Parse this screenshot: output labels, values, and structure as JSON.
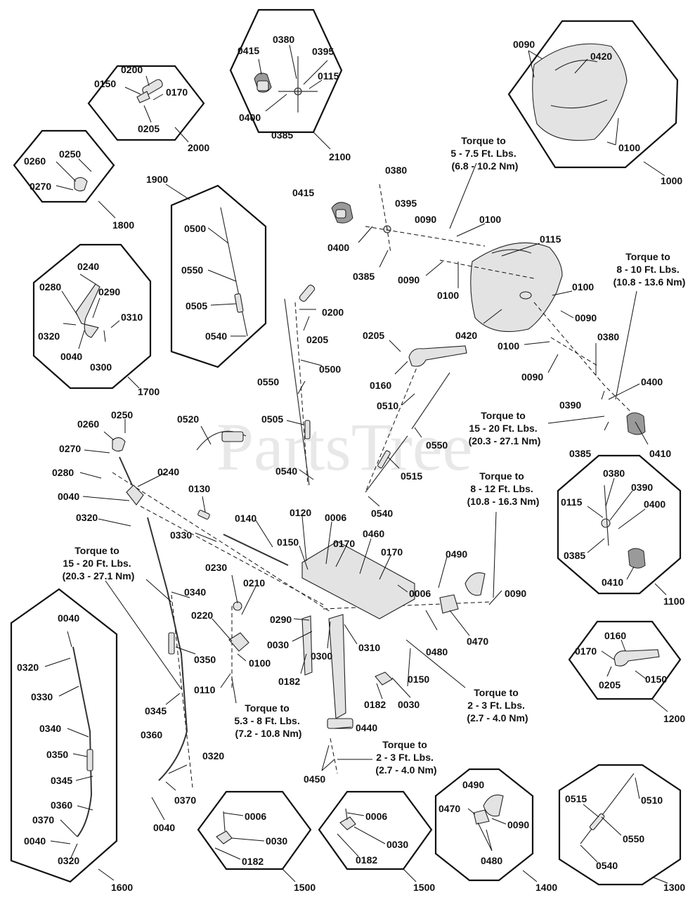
{
  "watermark": "PartsTree",
  "callouts": {
    "c1000": "1000",
    "c1100": "1100",
    "c1200": "1200",
    "c1300": "1300",
    "c1400": "1400",
    "c1500a": "1500",
    "c1500b": "1500",
    "c1600": "1600",
    "c1700": "1700",
    "c1800": "1800",
    "c1900": "1900",
    "c2000": "2000",
    "c2100": "2100"
  },
  "torque": {
    "t_top": [
      "Torque to",
      "5 - 7.5 Ft. Lbs.",
      "(6.8 - 10.2 Nm)"
    ],
    "t_right1": [
      "Torque to",
      "8 - 10 Ft. Lbs.",
      "(10.8 - 13.6 Nm)"
    ],
    "t_mid1": [
      "Torque to",
      "15 - 20 Ft. Lbs.",
      "(20.3 - 27.1 Nm)"
    ],
    "t_mid2": [
      "Torque to",
      "8 - 12 Ft. Lbs.",
      "(10.8 - 16.3 Nm)"
    ],
    "t_left": [
      "Torque to",
      "15 - 20 Ft. Lbs.",
      "(20.3 - 27.1 Nm)"
    ],
    "t_bot1": [
      "Torque to",
      "5.3 - 8 Ft. Lbs.",
      "(7.2 - 10.8 Nm)"
    ],
    "t_bot2": [
      "Torque to",
      "2 - 3 Ft. Lbs.",
      "(2.7 - 4.0 Nm)"
    ],
    "t_bot3": [
      "Torque to",
      "2 - 3 Ft. Lbs.",
      "(2.7 - 4.0 Nm)"
    ]
  },
  "parts": {
    "h2000": [
      "0200",
      "0150",
      "0170",
      "0205"
    ],
    "h2100": [
      "0415",
      "0380",
      "0395",
      "0115",
      "0400",
      "0385"
    ],
    "h1000": [
      "0090",
      "0420",
      "0100"
    ],
    "h1800": [
      "0260",
      "0250",
      "0270"
    ],
    "h1900": [
      "0500",
      "0550",
      "0505",
      "0540"
    ],
    "h1700": [
      "0240",
      "0280",
      "0290",
      "0310",
      "0320",
      "0040",
      "0300"
    ],
    "h1100": [
      "0380",
      "0390",
      "0115",
      "0400",
      "0385",
      "0410"
    ],
    "h1200": [
      "0160",
      "0170",
      "0205",
      "0150"
    ],
    "h1600": [
      "0040",
      "0320",
      "0330",
      "0340",
      "0350",
      "0345",
      "0360",
      "0370",
      "0040",
      "0320"
    ],
    "h1500a": [
      "0006",
      "0030",
      "0182"
    ],
    "h1500b": [
      "0006",
      "0030",
      "0182"
    ],
    "h1400": [
      "0490",
      "0470",
      "0090",
      "0480"
    ],
    "h1300": [
      "0515",
      "0510",
      "0550",
      "0540"
    ],
    "main": [
      "0380",
      "0415",
      "0395",
      "0090",
      "0100",
      "0400",
      "0385",
      "0090",
      "0100",
      "0115",
      "0100",
      "0090",
      "0420",
      "0100",
      "0380",
      "0090",
      "0400",
      "0390",
      "0410",
      "0385",
      "0200",
      "0205",
      "0500",
      "0550",
      "0505",
      "0540",
      "0205",
      "0160",
      "0510",
      "0550",
      "0515",
      "0540",
      "0520",
      "0260",
      "0250",
      "0270",
      "0280",
      "0240",
      "0040",
      "0320",
      "0130",
      "0140",
      "0330",
      "0120",
      "0006",
      "0150",
      "0170",
      "0460",
      "0170",
      "0006",
      "0490",
      "0090",
      "0230",
      "0210",
      "0290",
      "0220",
      "0030",
      "0300",
      "0310",
      "0182",
      "0480",
      "0470",
      "0340",
      "0350",
      "0100",
      "0110",
      "0345",
      "0150",
      "0182",
      "0030",
      "0360",
      "0320",
      "0370",
      "0040",
      "0440",
      "0450"
    ]
  }
}
